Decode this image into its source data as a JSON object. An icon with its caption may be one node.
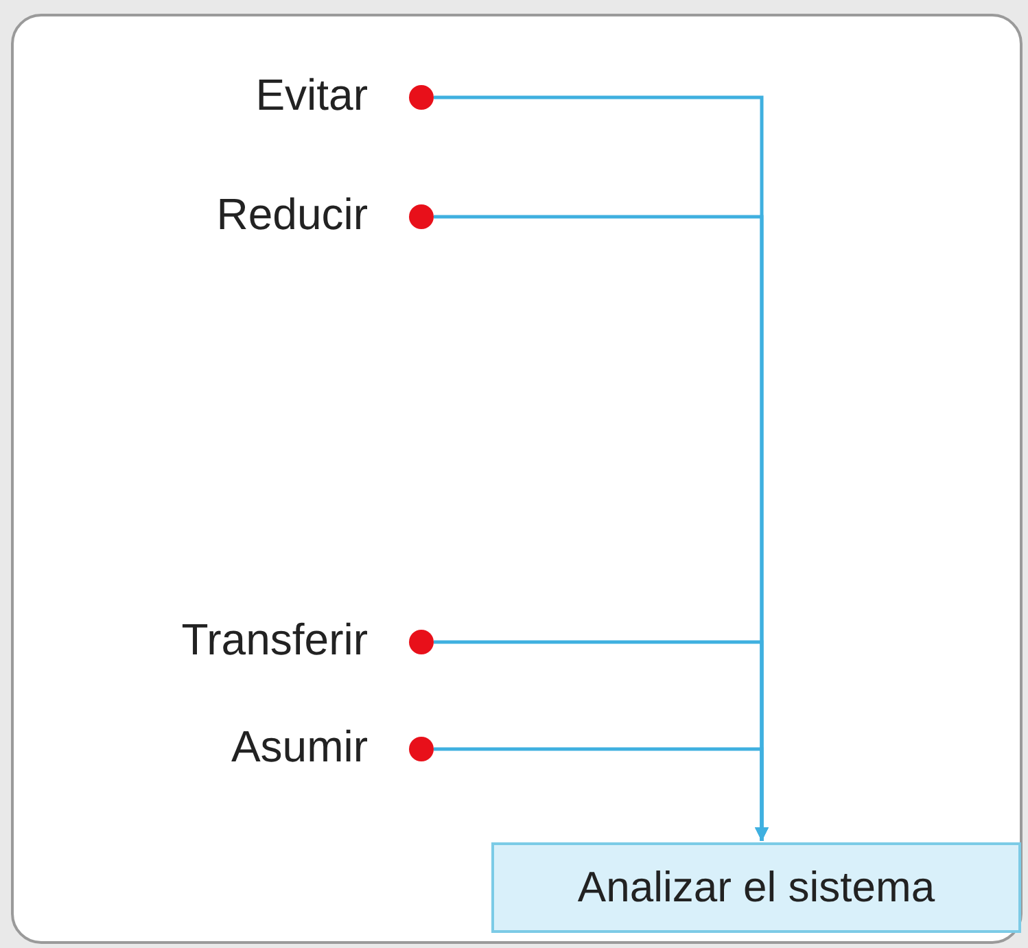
{
  "diagram": {
    "nodes": [
      {
        "text": [],
        "shape": "circle",
        "beside": [
          "Evitar"
        ]
      },
      {
        "text": [],
        "shape": "circle",
        "beside": [
          "Reducir"
        ]
      },
      {
        "text": [],
        "shape": "circle",
        "beside": [
          "Transferir"
        ]
      },
      {
        "text": [],
        "shape": "circle",
        "beside": [
          "Asumir"
        ]
      },
      {
        "text": [
          "Analizar el sistema"
        ]
      }
    ],
    "edges": [
      {
        "from": 0,
        "to": 4,
        "arrow": "to"
      },
      {
        "from": 1,
        "to": 4,
        "arrow": "to"
      },
      {
        "from": 2,
        "to": 4,
        "arrow": "to"
      },
      {
        "from": 3,
        "to": 4,
        "arrow": "to"
      }
    ]
  }
}
